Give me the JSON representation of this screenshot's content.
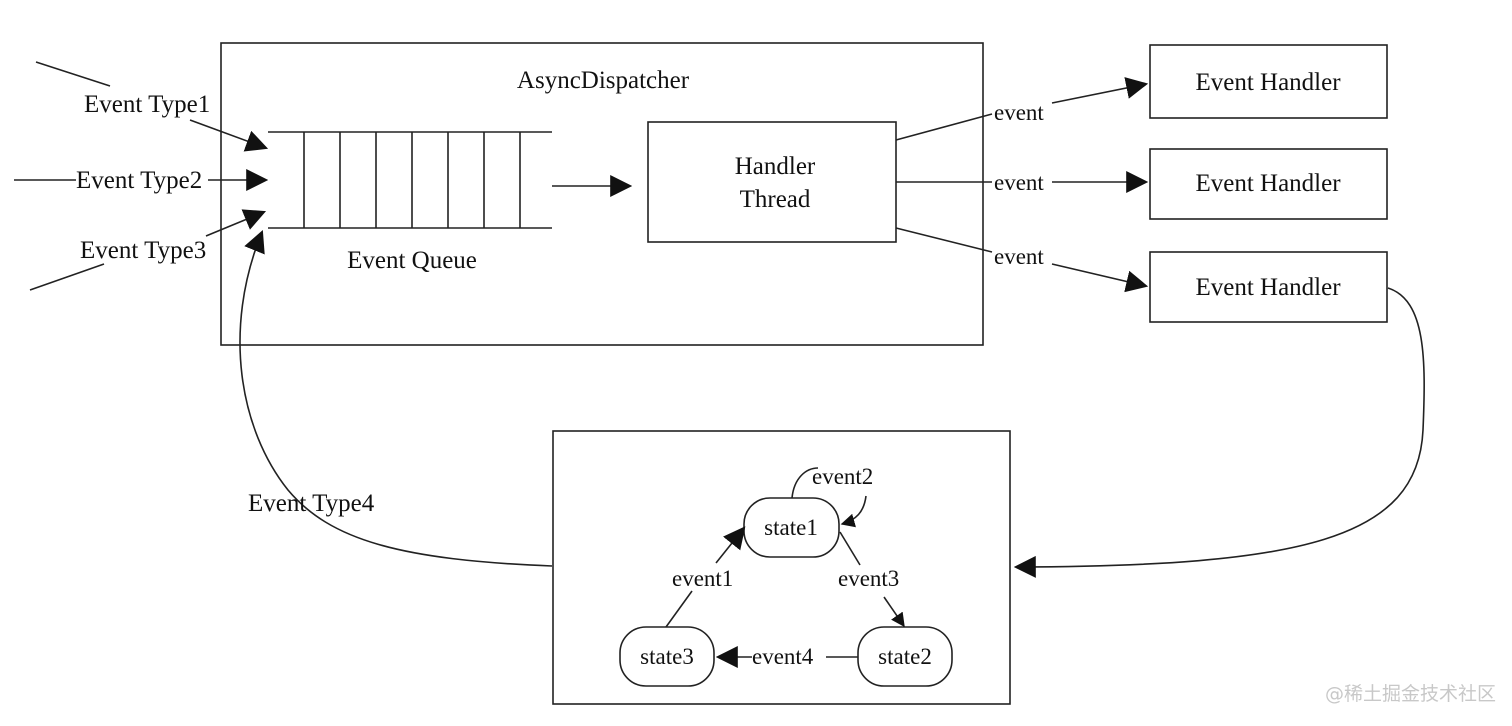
{
  "title": "AsyncDispatcher",
  "queue": {
    "label": "Event Queue",
    "inputs": [
      "Event Type1",
      "Event Type2",
      "Event Type3"
    ]
  },
  "handler_thread": {
    "line1": "Handler",
    "line2": "Thread"
  },
  "handlers": {
    "edge_label": "event",
    "items": [
      "Event Handler",
      "Event Handler",
      "Event Handler"
    ]
  },
  "feedback": {
    "label": "Event Type4"
  },
  "state_machine": {
    "states": [
      "state1",
      "state2",
      "state3"
    ],
    "transitions": [
      "event1",
      "event2",
      "event3",
      "event4"
    ]
  },
  "watermark": "@稀土掘金技术社区"
}
